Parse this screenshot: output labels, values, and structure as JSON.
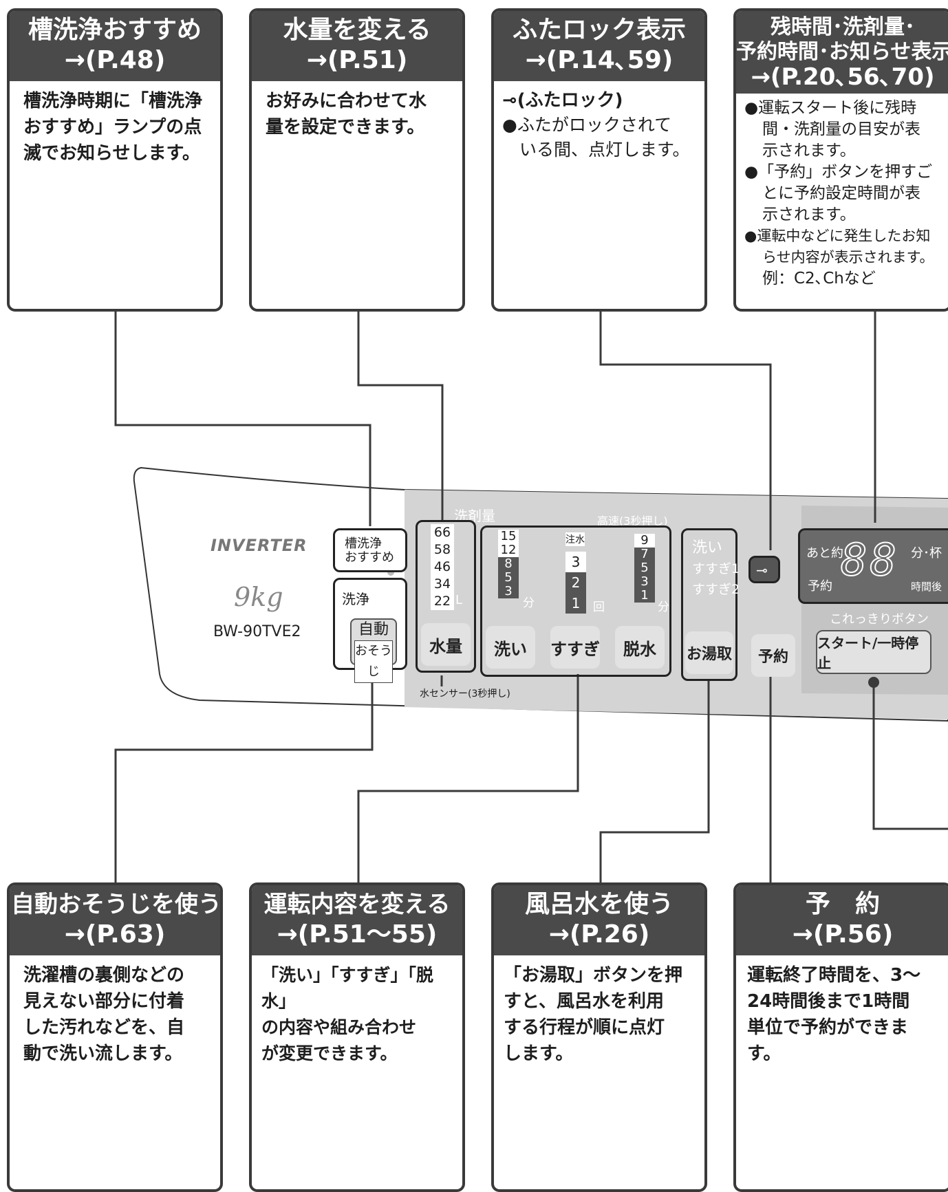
{
  "callouts_top": [
    {
      "title_line1": "槽洗浄おすすめ",
      "title_line2": "→(P.48)",
      "body": [
        "槽洗浄時期に「槽洗浄",
        "おすすめ」ランプの点",
        "滅でお知らせします。"
      ]
    },
    {
      "title_line1": "水量を変える",
      "title_line2": "→(P.51)",
      "body": [
        "お好みに合わせて水",
        "量を設定できます。"
      ]
    },
    {
      "title_line1": "ふたロック表示",
      "title_line2": "→(P.14､59)",
      "body_heading": "(ふたロック)",
      "body": [
        "●ふたがロックされて",
        "　いる間、点灯します。"
      ]
    },
    {
      "title_line1": "残時間･洗剤量･",
      "title_line2": "予約時間･お知らせ表示",
      "title_line3": "→(P.20､56､70)",
      "body": [
        "●運転スタート後に残時",
        "間・洗剤量の目安が表",
        "示されます。",
        "●「予約」ボタンを押すご",
        "とに予約設定時間が表",
        "示されます。",
        "●運転中などに発生したお知",
        "らせ内容が表示されます。",
        "例：C2､Chなど"
      ]
    }
  ],
  "callouts_bottom": [
    {
      "title_line1": "自動おそうじを使う",
      "title_line2": "→(P.63)",
      "body": [
        "洗濯槽の裏側などの",
        "見えない部分に付着",
        "した汚れなどを、自",
        "動で洗い流します。"
      ]
    },
    {
      "title_line1": "運転内容を変える",
      "title_line2": "→(P.51～55)",
      "body": [
        "「洗い」「すすぎ」「脱水」",
        "の内容や組み合わせ",
        "が変更できます。"
      ]
    },
    {
      "title_line1": "風呂水を使う",
      "title_line2": "→(P.26)",
      "body": [
        "「お湯取」ボタンを押",
        "すと、風呂水を利用",
        "する行程が順に点灯",
        "します。"
      ]
    },
    {
      "title_line1": "予　約",
      "title_line2": "→(P.56)",
      "body": [
        "運転終了時間を、3～",
        "24時間後まで1時間",
        "単位で予約ができま",
        "す。"
      ]
    }
  ],
  "panel": {
    "brand": "INVERTER",
    "capacity": "9kg",
    "model": "BW-90TVE2",
    "tank_clean_label": [
      "槽洗浄",
      "おすすめ"
    ],
    "wash_label": "洗浄",
    "auto_clean_button": [
      "自動",
      "おそうじ"
    ],
    "detergent_label": "洗剤量",
    "water_levels": [
      "66",
      "58",
      "46",
      "34",
      "22"
    ],
    "water_unit": "L",
    "water_button": "水量",
    "water_sensor_note": "水センサー(3秒押し)",
    "high_speed_note": "高速(3秒押し)",
    "wash_times": [
      "15",
      "12",
      "8",
      "5",
      "3"
    ],
    "wash_unit": "分",
    "rinse_top": "注水",
    "rinse_counts": [
      "3",
      "2",
      "1"
    ],
    "rinse_unit": "回",
    "spin_times": [
      "9",
      "7",
      "5",
      "3",
      "1"
    ],
    "spin_unit": "分",
    "wash_button": "洗い",
    "rinse_button": "すすぎ",
    "spin_button": "脱水",
    "bath_steps": [
      "洗い",
      "すすぎ1",
      "すすぎ2"
    ],
    "bath_button": "お湯取",
    "reserve_button": "予約",
    "display_left": [
      "あと約",
      "予約"
    ],
    "display_digits": "88",
    "display_right": [
      "分･杯",
      "時間後"
    ],
    "start_caption": "これっきりボタン",
    "start_button": "スタート/一時停止"
  },
  "colors": {
    "header": "#4a4a4a",
    "panel": "#d9d9d9",
    "border": "#3a3a3a"
  }
}
